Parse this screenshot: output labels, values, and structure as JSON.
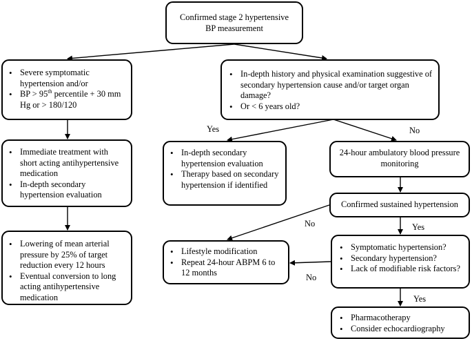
{
  "nodes": {
    "start": {
      "line1": "Confirmed stage 2 hypertensive",
      "line2": "BP measurement"
    },
    "severe": {
      "bullet1": "Severe symptomatic hypertension and/or",
      "bullet2_pre": "BP > 95",
      "bullet2_sup": "th",
      "bullet2_post": " percentile + 30 mm Hg or > 180/120"
    },
    "history": {
      "bullet1": "In-depth history and physical examination suggestive of secondary hypertension cause and/or target organ damage?",
      "bullet2": "Or < 6 years old?"
    },
    "immediate": {
      "bullet1": "Immediate treatment with short acting antihypertensive medication",
      "bullet2": "In-depth secondary hypertension evaluation"
    },
    "secondary_eval": {
      "bullet1": "In-depth secondary hypertension evaluation",
      "bullet2": "Therapy based on secondary hypertension if identified"
    },
    "abpm": {
      "line1": "24-hour ambulatory blood pressure",
      "line2": "monitoring"
    },
    "sustained": {
      "text": "Confirmed sustained hypertension"
    },
    "lowering": {
      "bullet1": "Lowering of mean arterial pressure by 25% of target reduction every 12 hours",
      "bullet2": "Eventual conversion to long acting antihypertensive medication"
    },
    "lifestyle": {
      "bullet1": "Lifestyle modification",
      "bullet2": "Repeat 24-hour ABPM 6 to 12 months"
    },
    "symptomatic": {
      "bullet1": "Symptomatic hypertension?",
      "bullet2": "Secondary hypertension?",
      "bullet3": "Lack of modifiable risk factors?"
    },
    "pharma": {
      "bullet1": "Pharmacotherapy",
      "bullet2": "Consider echocardiography"
    }
  },
  "edge_labels": {
    "yes1": "Yes",
    "no1": "No",
    "no2": "No",
    "yes2": "Yes",
    "no3": "No",
    "yes3": "Yes"
  }
}
